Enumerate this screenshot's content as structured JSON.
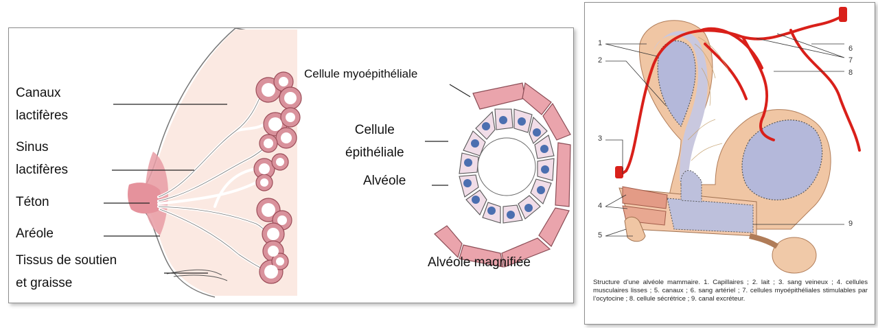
{
  "left_panel": {
    "labels": {
      "canaux": "Canaux\nlactifères",
      "sinus": "Sinus\nlactifères",
      "teton": "Téton",
      "areole": "Aréole",
      "tissus": "Tissus de soutien\net graisse",
      "myo": "Cellule myoépithéliale",
      "epi": "Cellule\népithéliale",
      "alveole": "Alvéole",
      "magnified": "Alvéole magnifiée"
    }
  },
  "right_panel": {
    "numbers": [
      "1",
      "2",
      "3",
      "4",
      "5",
      "6",
      "7",
      "8",
      "9"
    ],
    "caption": "Structure d’une alvéole mammaire. 1. Capillaires ; 2. lait ; 3. sang veineux ; 4. cellules musculaires lisses ; 5. canaux ; 6. sang artériel ; 7. cellules myoépithéliales stimulables par l’ocytocine ; 8. cellule sécrétrice ; 9. canal excréteur."
  },
  "colors": {
    "duct_pink": "#e8a0a8",
    "skin": "#fbe7df",
    "capillary_red": "#d9201a",
    "lumen_blue": "#b8bdd8",
    "tissue_tan": "#ecc2a0"
  }
}
